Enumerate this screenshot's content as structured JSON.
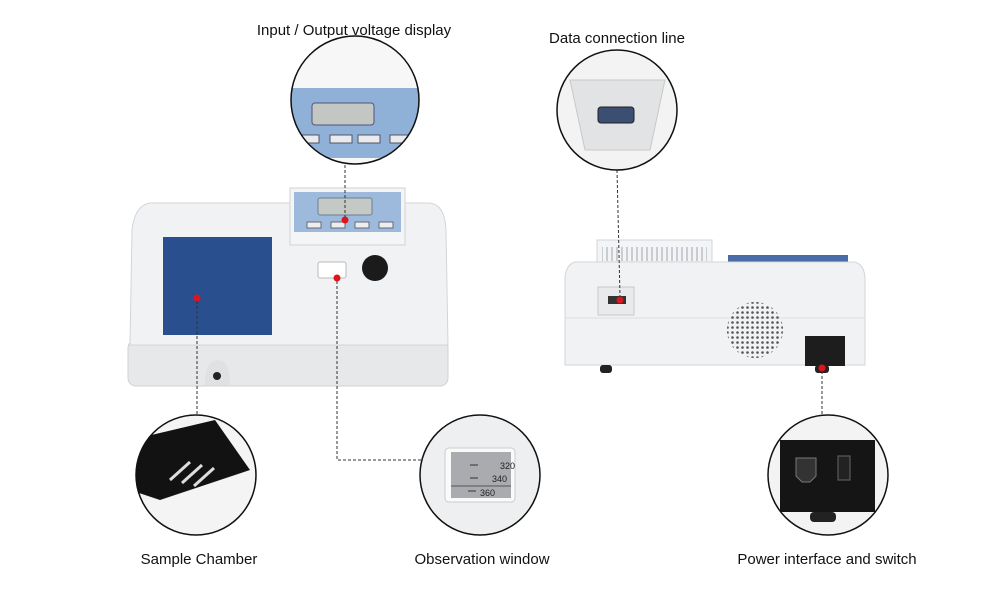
{
  "labels": {
    "display": "Input / Output voltage display",
    "data_line": "Data connection line",
    "sample_chamber": "Sample Chamber",
    "observation_window": "Observation window",
    "power": "Power interface and switch"
  },
  "observation_scale": [
    "320",
    "340",
    "360"
  ],
  "colors": {
    "marker": "#e0141e",
    "lid_blue": "#2a4f8f",
    "panel_blue": "#8eb0d6",
    "body": "#eef0f2"
  }
}
